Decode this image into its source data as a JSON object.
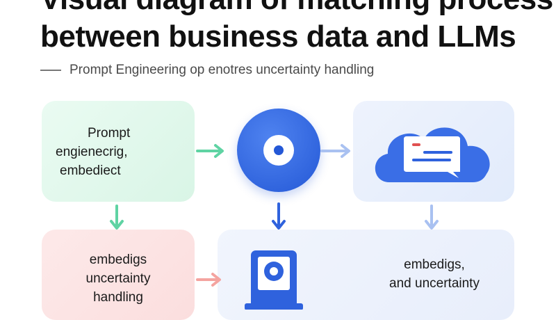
{
  "title": {
    "line1": "Visual diagram of matching process",
    "line2": "between business data and LLMs"
  },
  "subtitle": "Prompt Engineering op enotres uncertainty handling",
  "boxes": {
    "green": {
      "line1": "Prompt",
      "line2": "engienecrig,",
      "line3": "embediect"
    },
    "pink": {
      "line1": "embedigs",
      "line2": "uncertainty",
      "line3": "handling"
    },
    "wide": {
      "line1": "embedigs,",
      "line2": "and uncertainty"
    }
  },
  "icons": {
    "center": "target-icon",
    "cloud": "cloud-chat-icon",
    "device": "disk-drive-icon"
  },
  "colors": {
    "green_arrow": "#5fd3a3",
    "blue_arrow": "#2f62dd",
    "light_blue_arrow": "#a9c1f1",
    "pink_arrow": "#f4a4a0",
    "primary_blue": "#2f62dd"
  }
}
